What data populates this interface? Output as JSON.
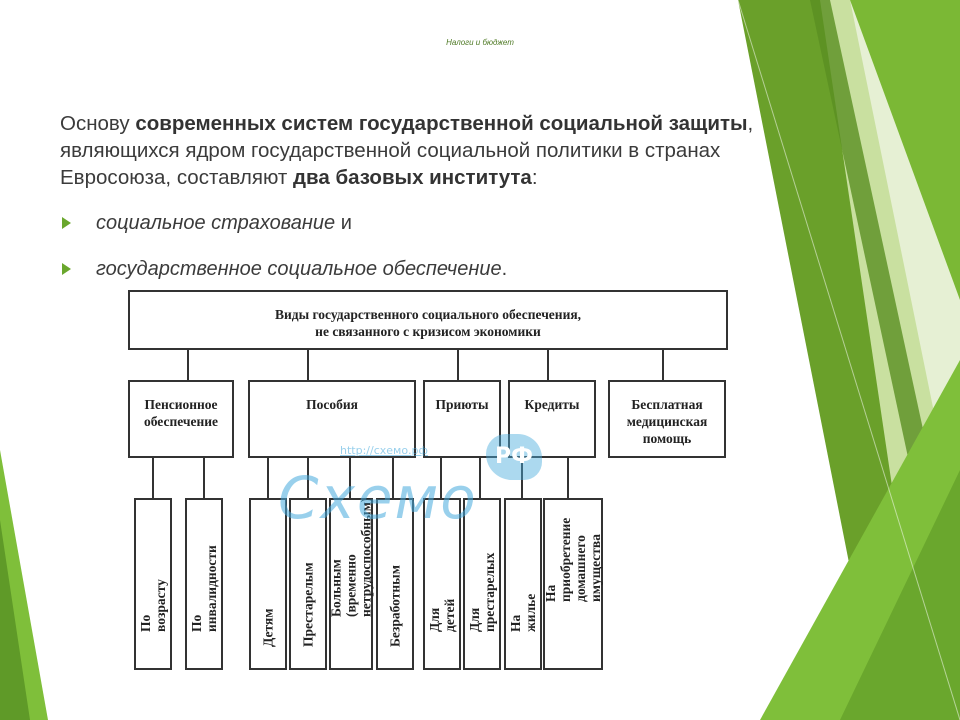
{
  "header": {
    "small_title": "Налоги и бюджет"
  },
  "intro": {
    "p1": "Основу ",
    "b1": "современных систем государственной социальной защиты",
    "p2": ", являющихся ядром государственной социальной политики в странах Евросоюза, составляют ",
    "b2": "два базовых института",
    "p3": ":"
  },
  "bullets": [
    {
      "italic": "социальное страхование",
      "rest": " и"
    },
    {
      "italic": "государственное социальное обеспечение",
      "rest": "."
    }
  ],
  "diagram": {
    "top": "Виды государственного социального обеспечения,\nне связанного с кризисом экономики",
    "categories": [
      {
        "label": "Пенсионное\nобеспечение"
      },
      {
        "label": "Пособия"
      },
      {
        "label": "Приюты"
      },
      {
        "label": "Кредиты"
      },
      {
        "label": "Бесплатная\nмедицинская\nпомощь"
      }
    ],
    "leaves": [
      "По возрасту",
      "По инвалидности",
      "Детям",
      "Престарелым",
      "Больным (временно\nнетрудоспособным)",
      "Безработным",
      "Для детей",
      "Для престарелых",
      "На жилье",
      "На приобретение\nдомашнего\nимущества"
    ]
  },
  "watermark": {
    "text": "Схемо",
    "url": "http://схемо.рф",
    "badge": "РФ"
  },
  "colors": {
    "accent": "#6aa72d",
    "text": "#3b3b3b",
    "watermark": "#46aadc"
  }
}
